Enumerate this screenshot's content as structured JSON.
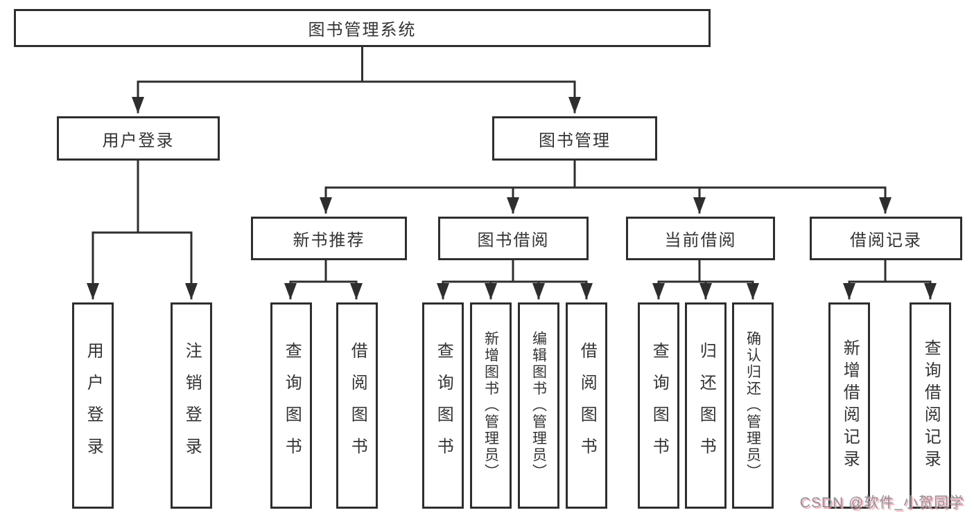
{
  "colors": {
    "line": "#2e2e2e",
    "text": "#333333",
    "background": "#ffffff",
    "box_background": "#ffffff",
    "watermark_text": "#8f9398",
    "watermark_shadow": "#f5a0ac"
  },
  "watermark": {
    "text": "CSDN @软件_小贺同学"
  },
  "diagram": {
    "type": "tree",
    "root": {
      "label": "图书管理系统"
    },
    "branches": [
      {
        "label": "用户登录",
        "children": [
          {
            "label": "用户登录"
          },
          {
            "label": "注销登录"
          }
        ]
      },
      {
        "label": "图书管理",
        "children": [
          {
            "label": "新书推荐",
            "children": [
              {
                "label": "查询图书"
              },
              {
                "label": "借阅图书"
              }
            ]
          },
          {
            "label": "图书借阅",
            "children": [
              {
                "label": "查询图书"
              },
              {
                "label": "新增图书（管理员）"
              },
              {
                "label": "编辑图书（管理员）"
              },
              {
                "label": "借阅图书"
              }
            ]
          },
          {
            "label": "当前借阅",
            "children": [
              {
                "label": "查询图书"
              },
              {
                "label": "归还图书"
              },
              {
                "label": "确认归还（管理员）"
              }
            ]
          },
          {
            "label": "借阅记录",
            "children": [
              {
                "label": "新增借阅记录"
              },
              {
                "label": "查询借阅记录"
              }
            ]
          }
        ]
      }
    ]
  }
}
